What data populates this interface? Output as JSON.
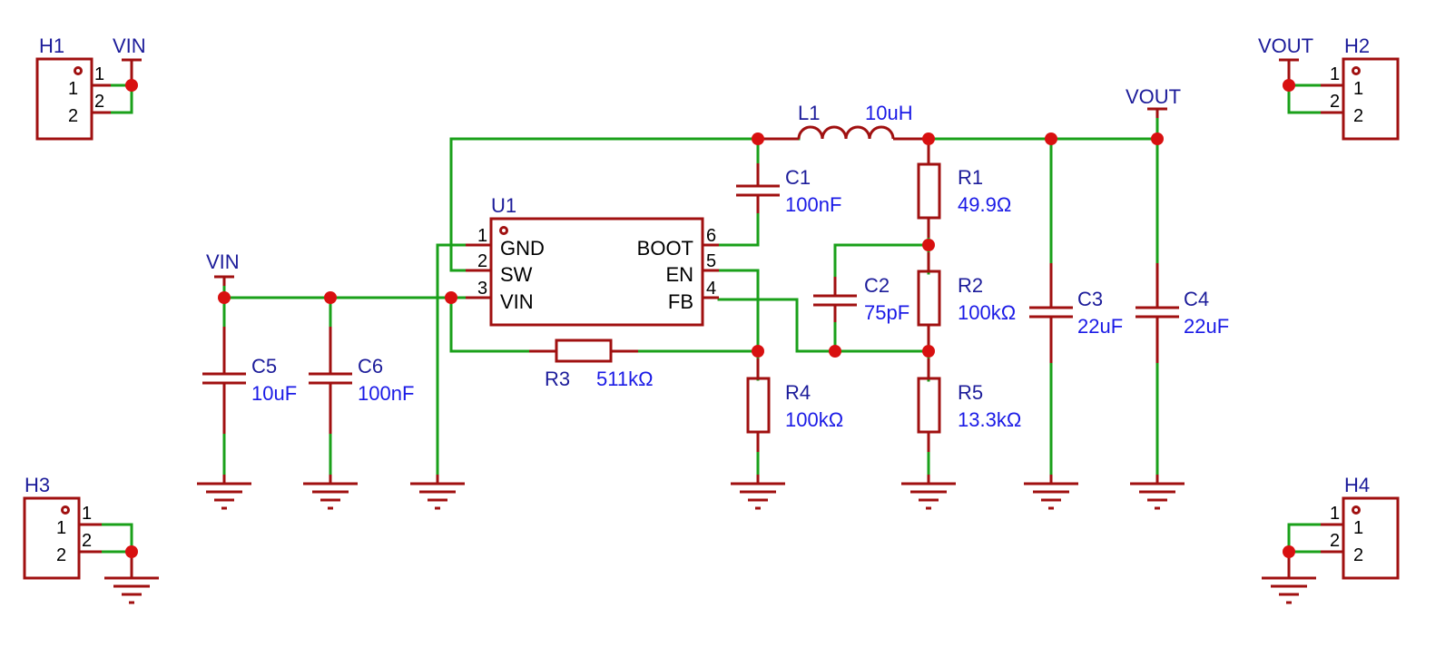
{
  "headers": {
    "h1": {
      "ref": "H1",
      "net": "VIN",
      "pins": [
        "1",
        "2"
      ]
    },
    "h2": {
      "ref": "H2",
      "net": "VOUT",
      "pins": [
        "1",
        "2"
      ]
    },
    "h3": {
      "ref": "H3",
      "pins": [
        "1",
        "2"
      ]
    },
    "h4": {
      "ref": "H4",
      "pins": [
        "1",
        "2"
      ]
    }
  },
  "nets": {
    "vin": "VIN",
    "vout": "VOUT"
  },
  "u1": {
    "ref": "U1",
    "pins": [
      {
        "num": "1",
        "name": "GND"
      },
      {
        "num": "2",
        "name": "SW"
      },
      {
        "num": "3",
        "name": "VIN"
      },
      {
        "num": "6",
        "name": "BOOT"
      },
      {
        "num": "5",
        "name": "EN"
      },
      {
        "num": "4",
        "name": "FB"
      }
    ]
  },
  "components": {
    "l1": {
      "ref": "L1",
      "value": "10uH"
    },
    "c1": {
      "ref": "C1",
      "value": "100nF"
    },
    "c2": {
      "ref": "C2",
      "value": "75pF"
    },
    "c3": {
      "ref": "C3",
      "value": "22uF"
    },
    "c4": {
      "ref": "C4",
      "value": "22uF"
    },
    "c5": {
      "ref": "C5",
      "value": "10uF"
    },
    "c6": {
      "ref": "C6",
      "value": "100nF"
    },
    "r1": {
      "ref": "R1",
      "value": "49.9Ω"
    },
    "r2": {
      "ref": "R2",
      "value": "100kΩ"
    },
    "r3": {
      "ref": "R3",
      "value": "511kΩ"
    },
    "r4": {
      "ref": "R4",
      "value": "100kΩ"
    },
    "r5": {
      "ref": "R5",
      "value": "13.3kΩ"
    }
  },
  "colors": {
    "wire": "#1aa01a",
    "symbol": "#a01010",
    "junction": "#d81010",
    "ref_text": "#1c1c9a",
    "value_text": "#1a1ae6"
  }
}
